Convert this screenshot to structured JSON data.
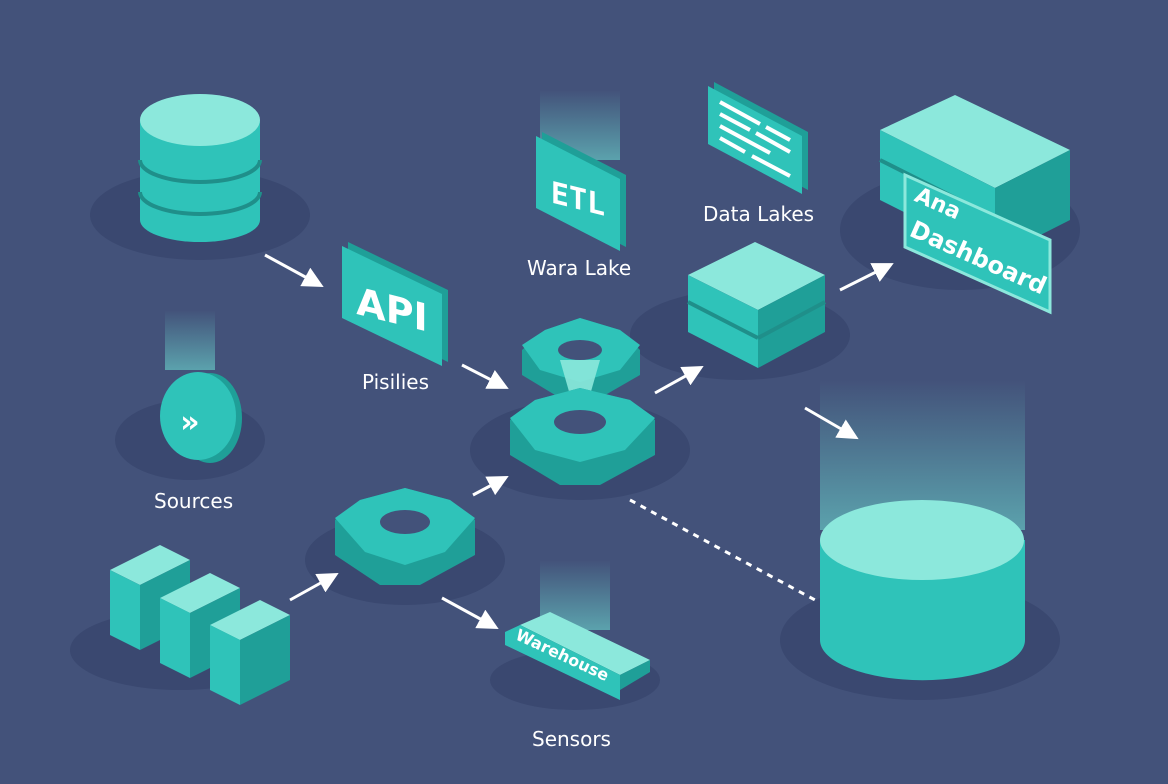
{
  "labels": {
    "etl": "ETL",
    "api": "API",
    "ana": "Ana",
    "dashboard": "Dashboard",
    "warehouse": "Warehouse",
    "wara_lake": "Wara Lake",
    "data_lakes": "Data Lakes",
    "pisilies": "Pisilies",
    "sources": "Sources",
    "sensors": "Sensors",
    "arrow_glyph": "»"
  },
  "colors": {
    "background": "#43527a",
    "teal_top": "#8ce8dc",
    "teal_side": "#2fc3b9",
    "teal_dark": "#1f9f98",
    "arrow": "#ffffff"
  }
}
